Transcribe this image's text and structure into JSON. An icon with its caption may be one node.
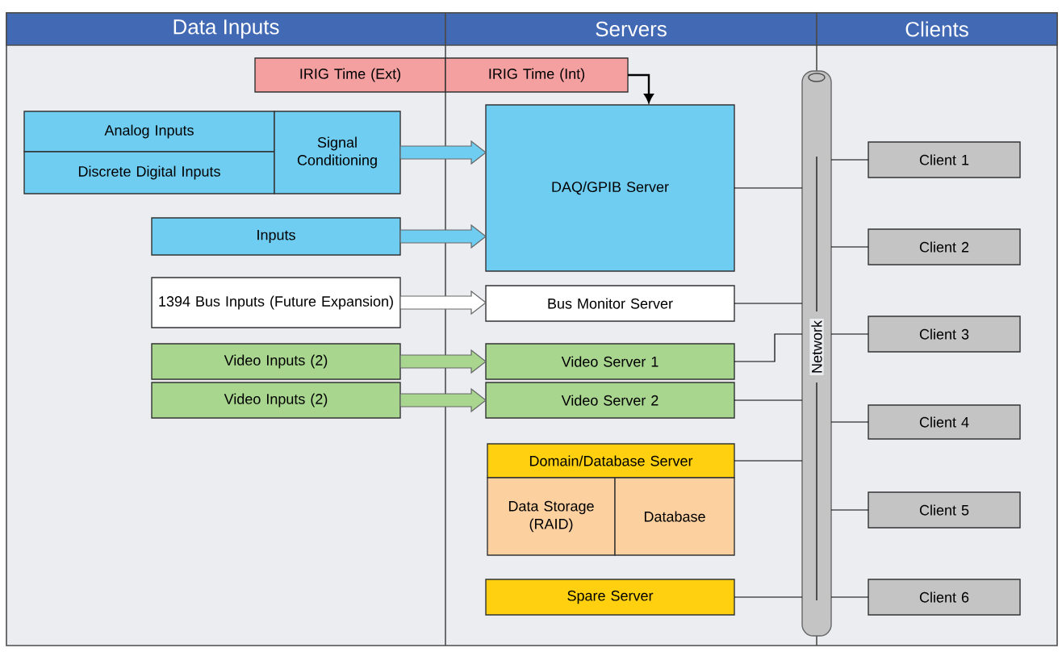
{
  "diagram": {
    "nodes": [
      {
        "text": [
          "Data Inputs"
        ]
      },
      {
        "text": [
          "Servers"
        ]
      },
      {
        "text": [
          "Clients"
        ]
      },
      {
        "text": [
          "IRIG Time (Ext)"
        ]
      },
      {
        "text": [
          "IRIG Time (Int)"
        ]
      },
      {
        "text": [
          "Analog Inputs"
        ]
      },
      {
        "text": [
          "Discrete Digital Inputs"
        ]
      },
      {
        "text": [
          "Signal Conditioning"
        ]
      },
      {
        "text": [
          "DAQ/GPIB Server"
        ]
      },
      {
        "text": [
          "Inputs"
        ]
      },
      {
        "text": [
          "1394 Bus Inputs (Future Expansion)"
        ]
      },
      {
        "text": [
          "Bus Monitor Server"
        ]
      },
      {
        "text": [
          "Video Inputs (2)"
        ]
      },
      {
        "text": [
          "Video Server 1"
        ]
      },
      {
        "text": [
          "Video Inputs (2)"
        ]
      },
      {
        "text": [
          "Video Server 2"
        ]
      },
      {
        "text": [
          "Domain/Database Server"
        ]
      },
      {
        "text": [
          "Data Storage (RAID)"
        ]
      },
      {
        "text": [
          "Database"
        ]
      },
      {
        "text": [
          "Spare Server"
        ]
      },
      {
        "text": [
          "Network"
        ]
      },
      {
        "text": [
          "Client 1"
        ]
      },
      {
        "text": [
          "Client 2"
        ]
      },
      {
        "text": [
          "Client 3"
        ]
      },
      {
        "text": [
          "Client 4"
        ]
      },
      {
        "text": [
          "Client 5"
        ]
      },
      {
        "text": [
          "Client 6"
        ]
      }
    ],
    "edges": [
      {
        "from": 4,
        "to": 8,
        "arrow": "to"
      },
      {
        "from": 7,
        "to": 8,
        "arrow": "to",
        "style": "thick",
        "color": "#6fcdf2"
      },
      {
        "from": 9,
        "to": 8,
        "arrow": "to",
        "style": "thick",
        "color": "#6fcdf2"
      },
      {
        "from": 10,
        "to": 11,
        "arrow": "to",
        "style": "thick",
        "color": "#ffffff"
      },
      {
        "from": 12,
        "to": 13,
        "arrow": "to",
        "style": "thick",
        "color": "#a8d68f"
      },
      {
        "from": 14,
        "to": 15,
        "arrow": "to",
        "style": "thick",
        "color": "#a8d68f"
      },
      {
        "from": 8,
        "to": 20,
        "arrow": "none"
      },
      {
        "from": 11,
        "to": 20,
        "arrow": "none"
      },
      {
        "from": 13,
        "to": 20,
        "arrow": "none"
      },
      {
        "from": 15,
        "to": 20,
        "arrow": "none"
      },
      {
        "from": 16,
        "to": 20,
        "arrow": "none"
      },
      {
        "from": 19,
        "to": 20,
        "arrow": "none"
      },
      {
        "from": 20,
        "to": 21,
        "arrow": "none"
      },
      {
        "from": 20,
        "to": 22,
        "arrow": "none"
      },
      {
        "from": 20,
        "to": 23,
        "arrow": "none"
      },
      {
        "from": 20,
        "to": 24,
        "arrow": "none"
      },
      {
        "from": 20,
        "to": 25,
        "arrow": "none"
      },
      {
        "from": 20,
        "to": 26,
        "arrow": "none"
      }
    ]
  }
}
